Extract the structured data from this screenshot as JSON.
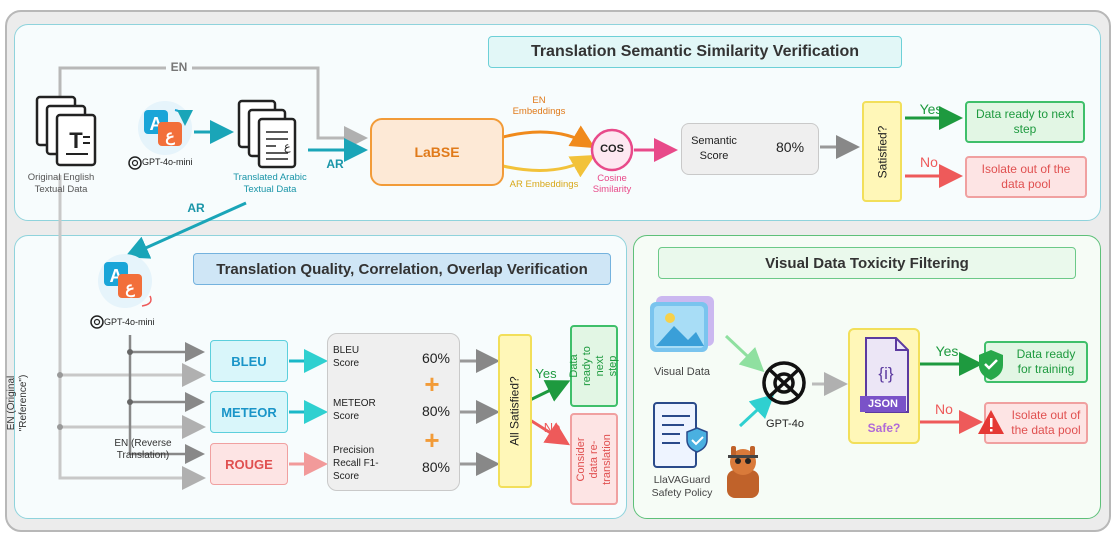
{
  "top": {
    "title": "Translation Semantic Similarity Verification",
    "en_arrow": "EN",
    "ar_arrow_1": "AR",
    "ar_arrow_2": "AR",
    "source_label": "Original English Textual Data",
    "translated_label": "Translated Arabic Textual Data",
    "gpt_mini": "GPT-4o-mini",
    "labse": "LaBSE",
    "en_embeddings": "EN Embeddings",
    "ar_embeddings": "AR Embeddings",
    "cos": "COS",
    "cos_label": "Cosine Similarity",
    "semantic_score": "Semantic Score",
    "threshold": "80%",
    "satisfied": "Satisfied?",
    "yes": "Yes",
    "no": "No",
    "yes_result": "Data ready to next step",
    "no_result": "Isolate out of the data pool"
  },
  "bottom_left": {
    "title": "Translation Quality, Correlation, Overlap Verification",
    "gpt_mini": "GPT-4o-mini",
    "en_reference": "EN (Original \"Reference\")",
    "en_reverse": "EN (Reverse Translation)",
    "metrics": [
      "BLEU",
      "METEOR",
      "ROUGE"
    ],
    "score_labels": [
      "BLEU Score",
      "METEOR Score",
      "Precision Recall F1-Score"
    ],
    "thresholds": [
      "60%",
      "80%",
      "80%"
    ],
    "plus": "+",
    "all_satisfied": "All Satisfied?",
    "yes": "Yes",
    "no": "No",
    "yes_result": "Data ready to next step",
    "no_result": "Consider data re-translation"
  },
  "bottom_right": {
    "title": "Visual Data Toxicity Filtering",
    "visual_data": "Visual Data",
    "policy": "LlaVAGuard Safety Policy",
    "gpt4o": "GPT-4o",
    "json": "JSON",
    "json_braces": "{i}",
    "safe": "Safe?",
    "yes": "Yes",
    "no": "No",
    "yes_result": "Data ready for training",
    "no_result": "Isolate out of the data pool"
  },
  "colors": {
    "teal": "#1aa5b8",
    "orange": "#f29b38",
    "green": "#27a84a",
    "red": "#ee5a5a",
    "pink": "#e84a8a",
    "yellow": "#f7e86a"
  }
}
